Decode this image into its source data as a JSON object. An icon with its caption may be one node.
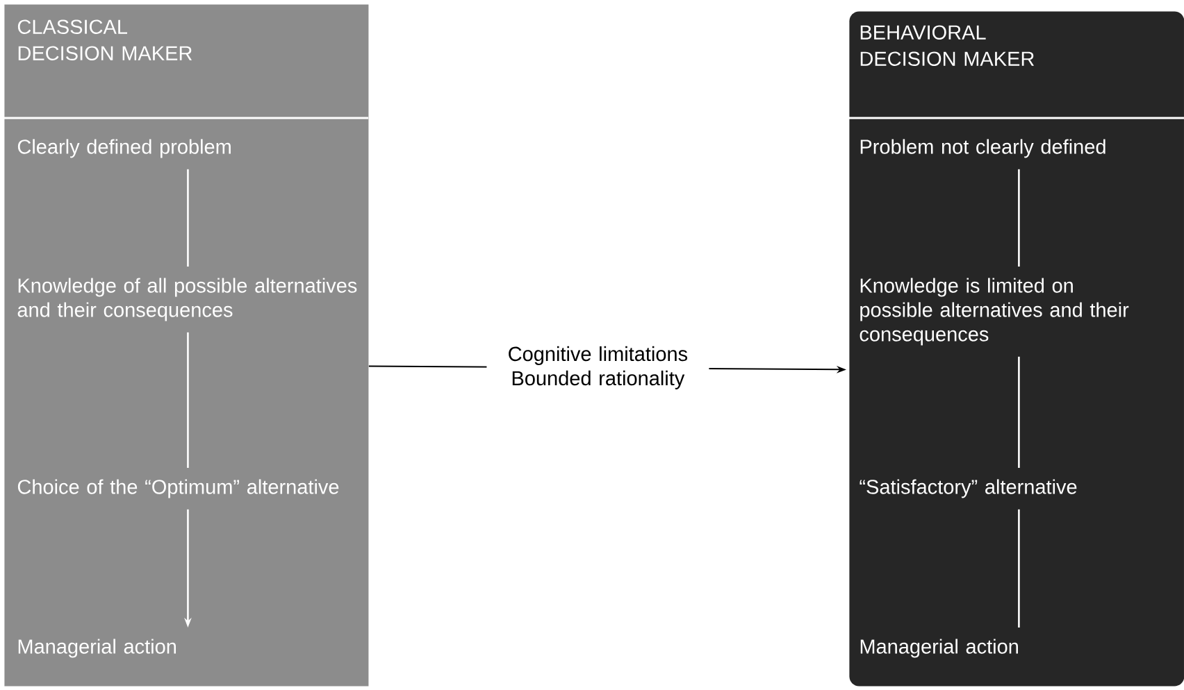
{
  "diagram": {
    "nodes": [
      {
        "text": [
          "CLASSICAL DECISION MAKER"
        ]
      },
      {
        "text": [
          "Clearly defined problem"
        ],
        "in": 0
      },
      {
        "text": [
          "Knowledge of all possible alternatives and their consequences"
        ],
        "in": 0
      },
      {
        "text": [
          "Choice of the “Optimum” alternative"
        ],
        "in": 0
      },
      {
        "text": [
          "Managerial action"
        ],
        "in": 0
      },
      {
        "text": [
          "BEHAVIORAL DECISION MAKER"
        ]
      },
      {
        "text": [
          "Problem not clearly defined"
        ],
        "in": 5
      },
      {
        "text": [
          "Knowledge is limited on possible alternatives and their consequences"
        ],
        "in": 5
      },
      {
        "text": [
          "“Satisfactory” alternative"
        ],
        "in": 5
      },
      {
        "text": [
          "Managerial action"
        ],
        "in": 5
      }
    ],
    "edges": [
      {
        "from": 1,
        "to": 2,
        "arrow": "none"
      },
      {
        "from": 2,
        "to": 3,
        "arrow": "none"
      },
      {
        "from": 3,
        "to": 4,
        "arrow": "to"
      },
      {
        "from": 6,
        "to": 7,
        "arrow": "none"
      },
      {
        "from": 7,
        "to": 8,
        "arrow": "none"
      },
      {
        "from": 8,
        "to": 9,
        "arrow": "none"
      },
      {
        "from": 0,
        "to": 5,
        "arrow": "to",
        "color": "#000000",
        "label": "Cognitive limitations Bounded rationality"
      }
    ]
  }
}
